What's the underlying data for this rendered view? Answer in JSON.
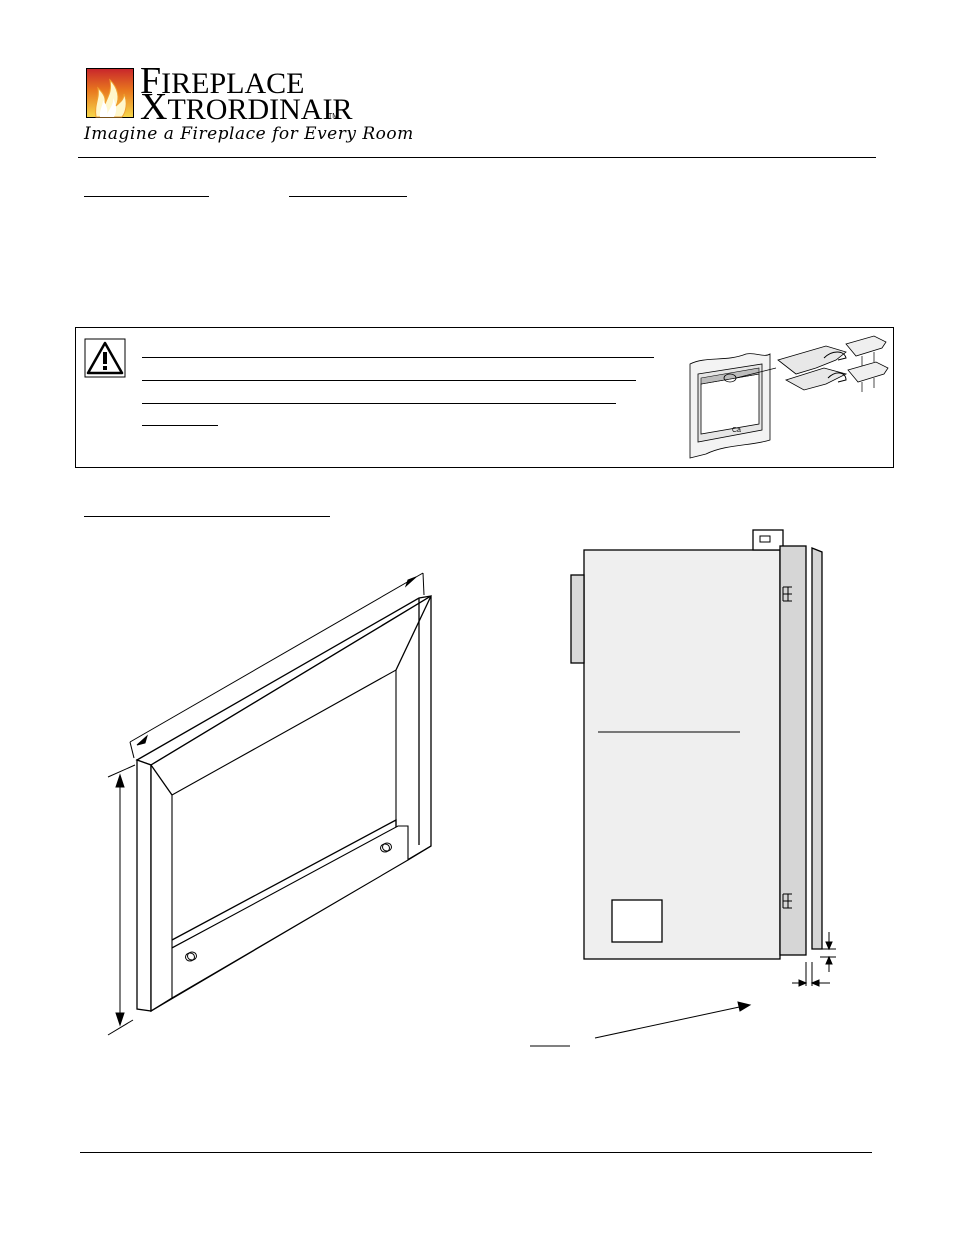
{
  "header": {
    "brand_line1": "IREPLACE",
    "brand_line1_initial": "F",
    "brand_line2": "TRORDINAIR",
    "brand_line2_initial": "X",
    "trademark": "TM",
    "tagline": "Imagine a Fireplace for Every Room"
  },
  "icons": {
    "logo": "flame-logo-icon",
    "warning": "warning-triangle-icon",
    "fireplace_illustration": "fireplace-door-latch-icon"
  },
  "colors": {
    "logo_orange": "#e8781e",
    "logo_yellow": "#f3c531",
    "logo_red": "#c8252c",
    "panel_grey": "#efefef",
    "frame_grey": "#d4d4d4"
  }
}
